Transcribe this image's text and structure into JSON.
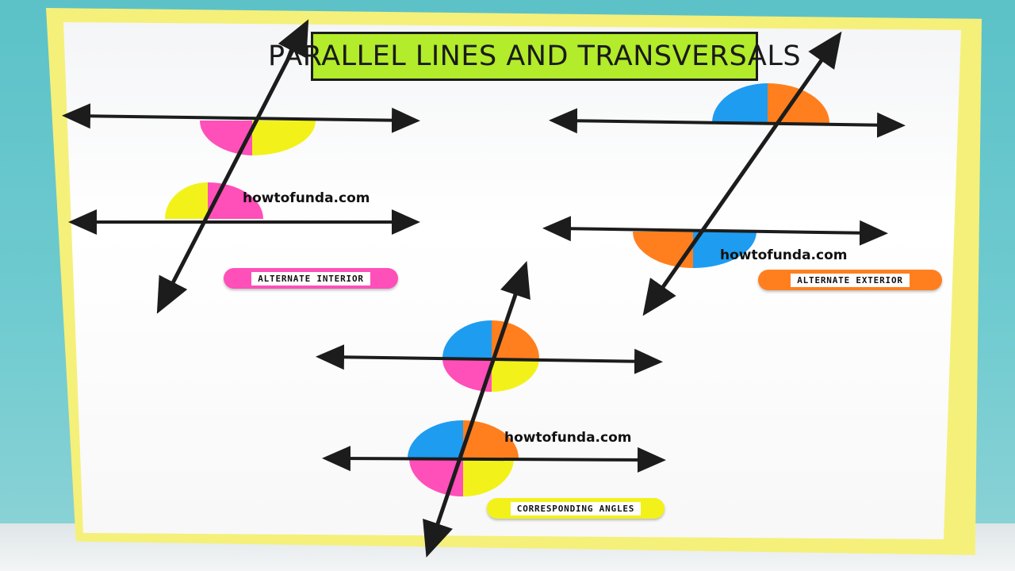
{
  "title": "PARALLEL LINES AND TRANSVERSALS",
  "watermark": "howtofunda.com",
  "labels": {
    "alternate_interior": "ALTERNATE INTERIOR",
    "alternate_exterior": "ALTERNATE EXTERIOR",
    "corresponding": "CORRESPONDING ANGLES"
  },
  "colors": {
    "board_border": "#f5f07a",
    "title_banner": "#b2ec2a",
    "angle_pink": "#ff4fb8",
    "angle_yellow": "#f2f21a",
    "angle_blue": "#1e9cf0",
    "angle_orange": "#ff7f1e",
    "line": "#1c1c1c"
  },
  "icons": [
    "arrow-head-icon"
  ]
}
